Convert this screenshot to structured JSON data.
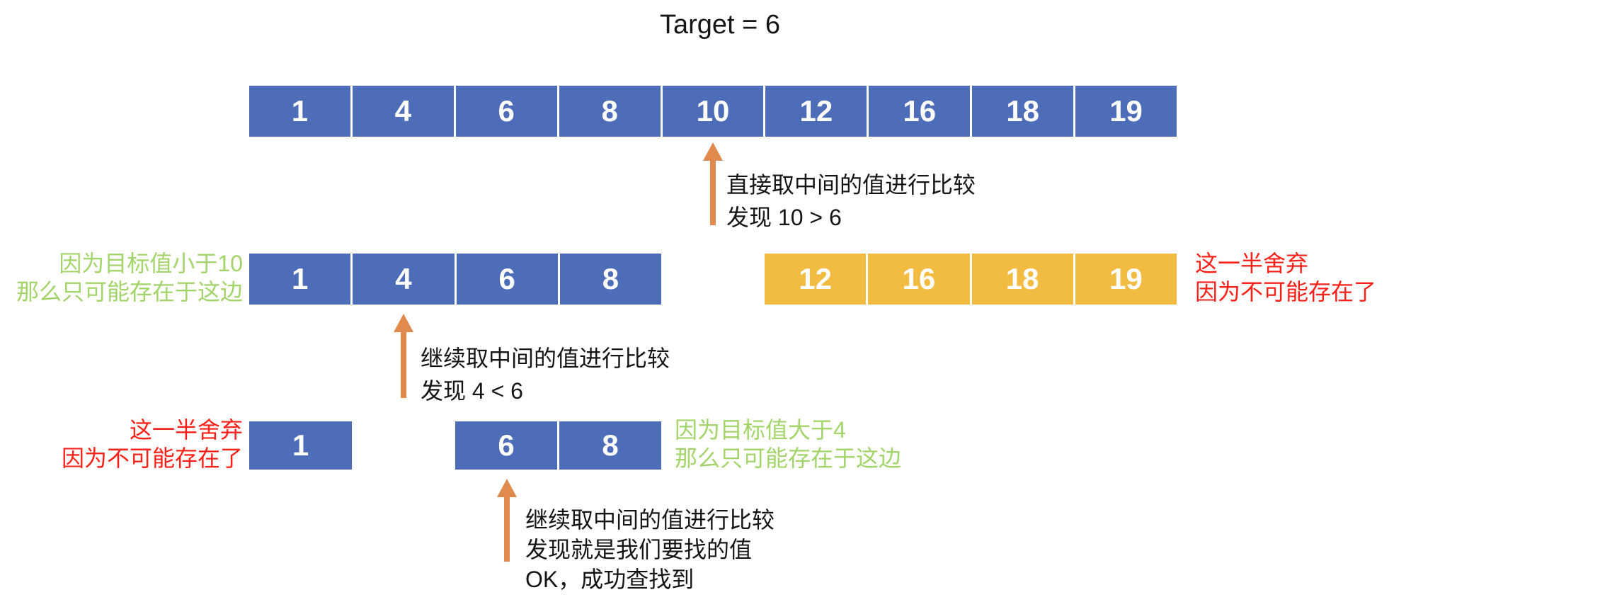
{
  "title": "Target = 6",
  "array_rows": {
    "step1": {
      "cells": [
        "1",
        "4",
        "6",
        "8",
        "10",
        "12",
        "16",
        "18",
        "19"
      ]
    },
    "step2": {
      "kept": [
        "1",
        "4",
        "6",
        "8"
      ],
      "discarded": [
        "12",
        "16",
        "18",
        "19"
      ]
    },
    "step3": {
      "discarded": [
        "1"
      ],
      "kept": [
        "6",
        "8"
      ]
    }
  },
  "annotations": {
    "step1_compare": {
      "line1": "直接取中间的值进行比较",
      "line2": "发现 10 > 6"
    },
    "step2_keep_note": {
      "line1": "因为目标值小于10",
      "line2": "那么只可能存在于这边"
    },
    "step2_discard_note": {
      "line1": "这一半舍弃",
      "line2": "因为不可能存在了"
    },
    "step2_compare": {
      "line1": "继续取中间的值进行比较",
      "line2": "发现 4 < 6"
    },
    "step3_discard_note": {
      "line1": "这一半舍弃",
      "line2": "因为不可能存在了"
    },
    "step3_keep_note": {
      "line1": "因为目标值大于4",
      "line2": "那么只可能存在于这边"
    },
    "step3_compare": {
      "line1": "继续取中间的值进行比较",
      "line2": "发现就是我们要找的值",
      "line3": "OK，成功查找到"
    }
  },
  "colors": {
    "array_blue": "#4d6db8",
    "array_orange": "#f2bb42",
    "arrow_orange": "#e08a4d",
    "keep_green": "#a3d46a",
    "discard_red": "#fb2018",
    "text_black": "#151515"
  }
}
